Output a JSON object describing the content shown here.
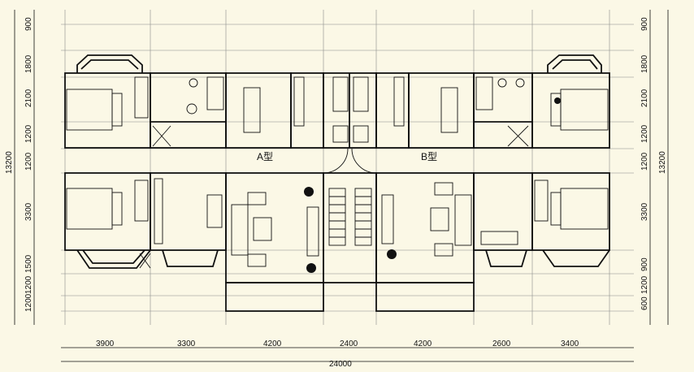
{
  "plan": {
    "type_a_label": "A型",
    "type_b_label": "B型"
  },
  "dimensions": {
    "bottom": [
      "3900",
      "3300",
      "4200",
      "2400",
      "4200",
      "2600",
      "3400"
    ],
    "total": "24000",
    "left": [
      "900",
      "1800",
      "2100",
      "1200",
      "1200",
      "3300",
      "1500",
      "1200",
      "1200"
    ],
    "left_total": "13200",
    "right": [
      "900",
      "1800",
      "2100",
      "1200",
      "1200",
      "3300",
      "900",
      "1200",
      "600"
    ],
    "right_total": "13200"
  },
  "colors": {
    "background": "#fbf8e6",
    "wall": "#111111",
    "grid": "#8a8a8a"
  }
}
